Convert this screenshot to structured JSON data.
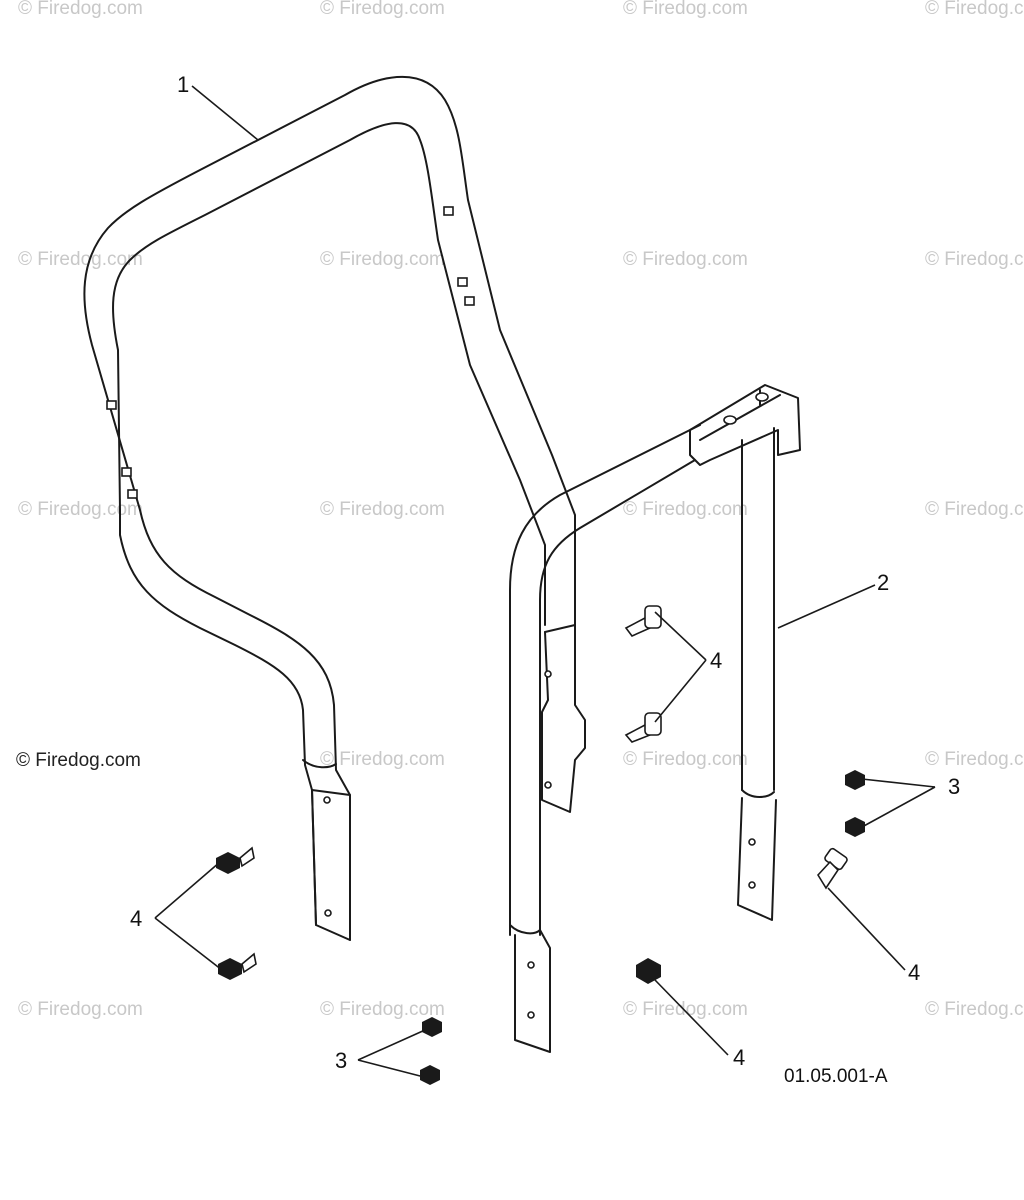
{
  "watermark_text": "© Firedog.com",
  "copyright_text": "© Firedog.com",
  "diagram_code": "01.05.001-A",
  "callouts": {
    "c1": "1",
    "c2": "2",
    "c3_right": "3",
    "c3_left": "3",
    "c4_center": "4",
    "c4_left": "4",
    "c4_right": "4",
    "c4_bottom": "4"
  }
}
